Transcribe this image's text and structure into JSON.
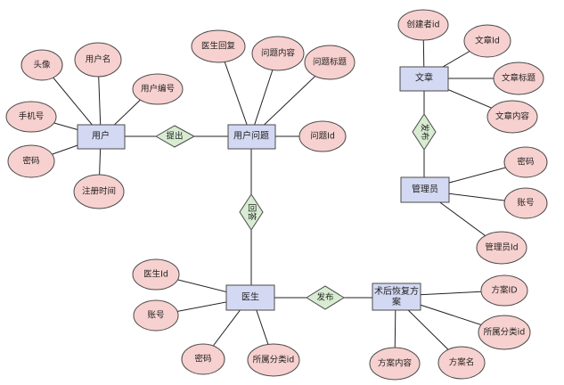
{
  "colors": {
    "entity_fill": "#d4d9f3",
    "entity_stroke": "#4a4a4a",
    "attribute_fill": "#f7d1cf",
    "attribute_stroke": "#4a4a4a",
    "relationship_fill": "#d8ecd2",
    "relationship_stroke": "#4a4a4a",
    "line": "#222222"
  },
  "entities": {
    "user": "用户",
    "question": "用户问题",
    "article": "文章",
    "admin": "管理员",
    "doctor": "医生",
    "plan": "术后恢复方案"
  },
  "relationships": {
    "ask": "提出",
    "reply": "回答",
    "publish_article": "发布",
    "publish_plan": "发布"
  },
  "attributes": {
    "user_avatar": "头像",
    "user_name": "用户名",
    "user_no": "用户编号",
    "user_phone": "手机号",
    "user_pwd": "密码",
    "user_regtime": "注册时间",
    "q_reply": "医生回复",
    "q_content": "问题内容",
    "q_title": "问题标题",
    "q_id": "问题Id",
    "a_creator": "创建者id",
    "a_id": "文章Id",
    "a_title": "文章标题",
    "a_content": "文章内容",
    "m_pwd": "密码",
    "m_account": "账号",
    "m_id": "管理员Id",
    "d_id": "医生Id",
    "d_account": "账号",
    "d_pwd": "密码",
    "d_category": "所属分类id",
    "p_id": "方案ID",
    "p_category": "所属分类id",
    "p_name": "方案名",
    "p_content": "方案内容"
  }
}
